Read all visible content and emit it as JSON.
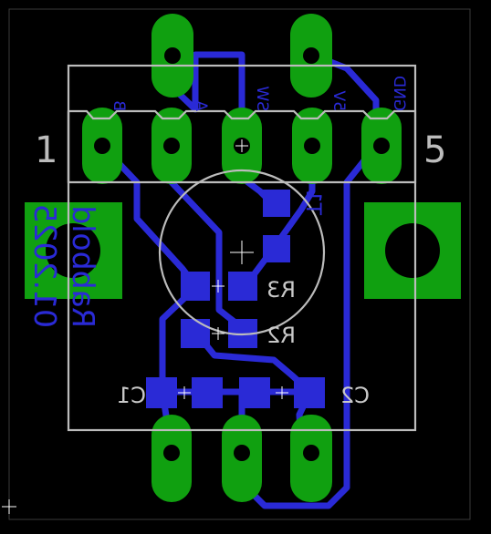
{
  "board": {
    "pin_labels": [
      "B",
      "A",
      "SW",
      "5V",
      "GND"
    ],
    "pin_number_left": "1",
    "pin_number_right": "5",
    "components": {
      "r3": "R3",
      "r2": "R2",
      "c1": "C1",
      "c2": "C2",
      "t1": "T1"
    },
    "author_text": "Rabbold",
    "date_text": "01.2025",
    "colors": {
      "background": "#000000",
      "copper": "#10a010",
      "trace": "#2a2ad6",
      "silkscreen": "#bcbcbc"
    }
  }
}
